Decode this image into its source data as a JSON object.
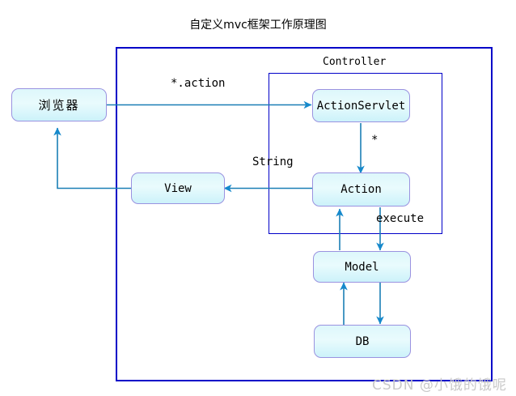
{
  "title": "自定义mvc框架工作原理图",
  "watermark": "CSDN @小饿的饿呢",
  "groups": {
    "outer_frame_label": "",
    "controller_label": "Controller"
  },
  "nodes": {
    "browser": "浏览器",
    "action_servlet": "ActionServlet",
    "view": "View",
    "action": "Action",
    "model": "Model",
    "db": "DB"
  },
  "edge_labels": {
    "request": "*.action",
    "multiplicity": "*",
    "string": "String",
    "execute": "execute"
  },
  "colors": {
    "frame_border": "#0000c8",
    "node_border": "#9a92e0",
    "node_fill_top": "#ddf7fb",
    "node_fill_bottom": "#ccf2fa",
    "edge_line": "#1a7fb5",
    "arrow_head": "#1589cc",
    "text": "#000000",
    "watermark": "#c9c9c9"
  }
}
